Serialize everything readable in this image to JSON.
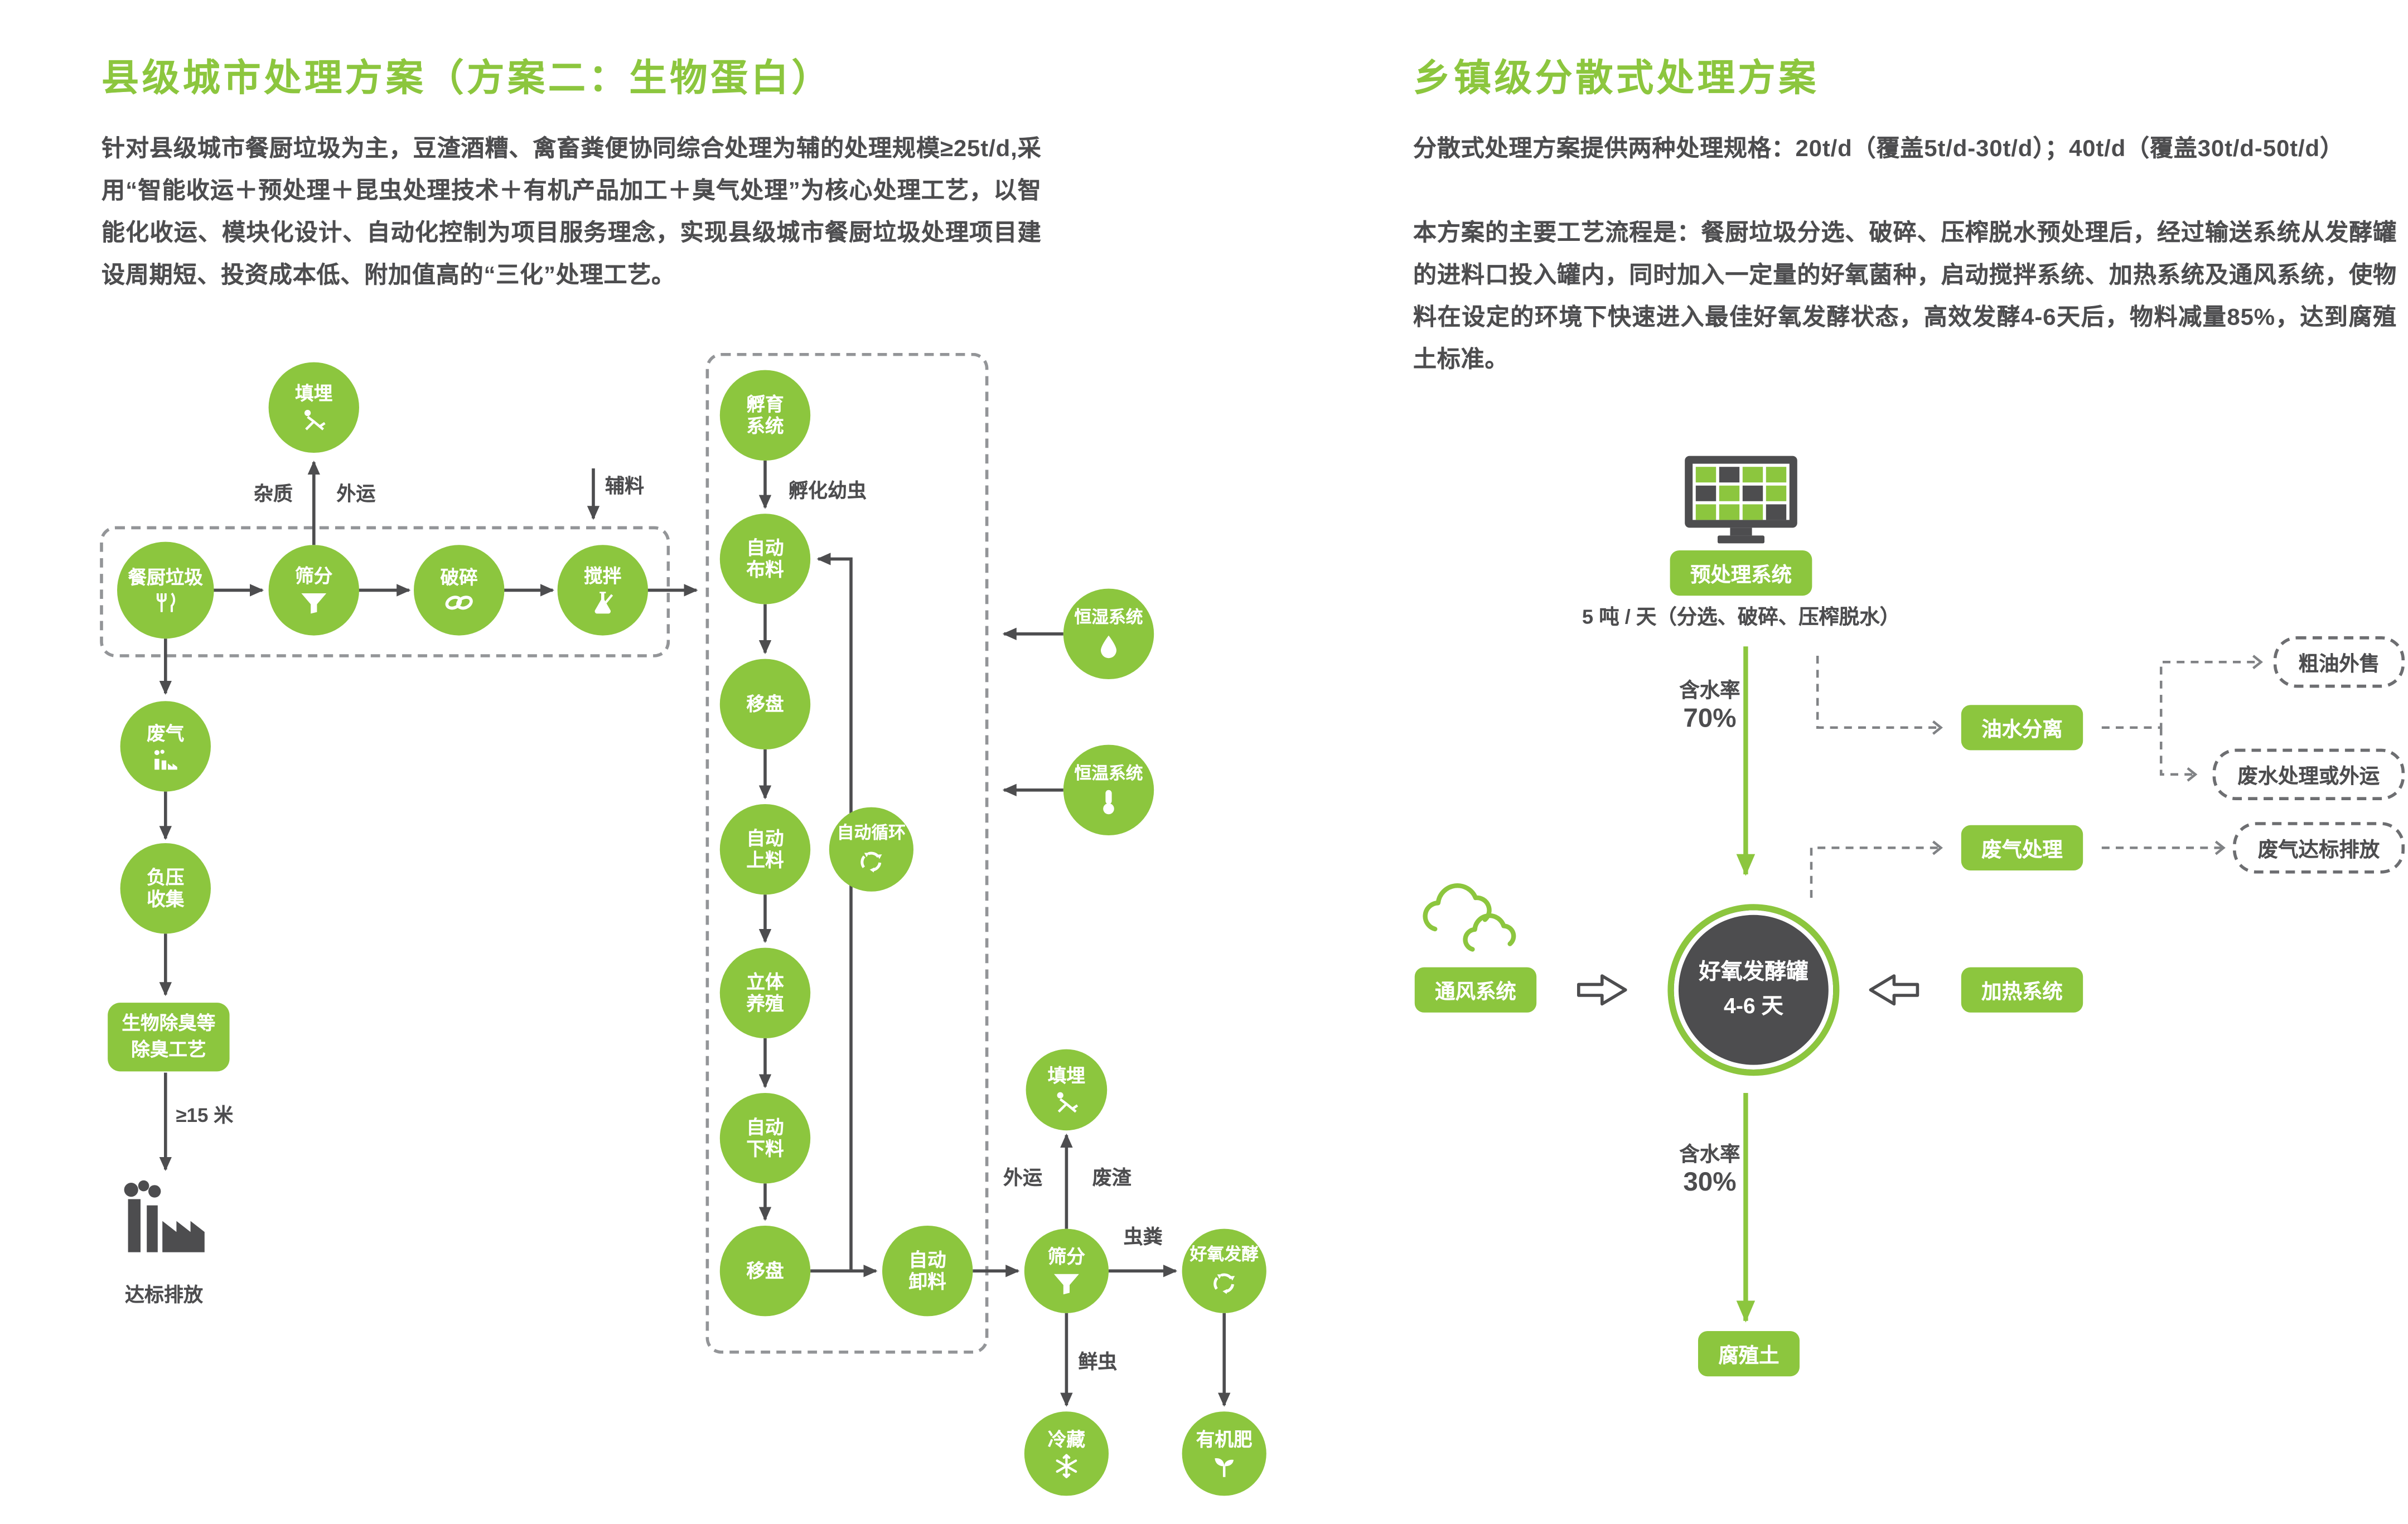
{
  "colors": {
    "accent_green": "#8CC63E",
    "dark_gray": "#4D4D4F",
    "mid_gray": "#808285"
  },
  "left": {
    "title": "县级城市处理方案（方案二：生物蛋白）",
    "paragraph": "针对县级城市餐厨垃圾为主，豆渣酒糟、禽畜粪便协同综合处理为辅的处理规模≥25t/d,采用“智能收运＋预处理＋昆虫处理技术＋有机产品加工＋臭气处理”为核心处理工艺，以智能化收运、模块化设计、自动化控制为项目服务理念，实现县级城市餐厨垃圾处理项目建设周期短、投资成本低、附加值高的“三化”处理工艺。",
    "nodes": {
      "landfill_top": "填埋",
      "kitchen_waste": "餐厨垃圾",
      "screening": "筛分",
      "crushing": "破碎",
      "mixing": "搅拌",
      "waste_gas": "废气",
      "negative_pressure": "负压\n收集",
      "deodorize": "生物除臭等\n除臭工艺",
      "incubation": "孵育\n系统",
      "auto_spread": "自动\n布料",
      "tray_move_1": "移盘",
      "auto_load": "自动\n上料",
      "auto_cycle": "自动循环",
      "humidity_system": "恒湿系统",
      "temperature_system": "恒温系统",
      "stereo_breeding": "立体\n养殖",
      "auto_unload": "自动\n下料",
      "tray_move_2": "移盘",
      "auto_discharge": "自动\n卸料",
      "landfill_bottom": "填埋",
      "screening_2": "筛分",
      "aerobic_fermentation": "好氧发酵",
      "cold_storage": "冷藏",
      "organic_fertilizer": "有机肥"
    },
    "labels": {
      "impurities": "杂质",
      "outbound_top": "外运",
      "auxiliary": "辅料",
      "hatched_larvae": "孵化幼虫",
      "distance": "≥15 米",
      "standard_discharge": "达标排放",
      "outbound_bottom": "外运",
      "waste_residue": "废渣",
      "insect_feces": "虫粪",
      "fresh_insects": "鲜虫"
    }
  },
  "right": {
    "title": "乡镇级分散式处理方案",
    "paragraph_1": "分散式处理方案提供两种处理规格：20t/d（覆盖5t/d-30t/d）；40t/d（覆盖30t/d-50t/d）",
    "paragraph_2": "本方案的主要工艺流程是：餐厨垃圾分选、破碎、压榨脱水预处理后，经过输送系统从发酵罐的进料口投入罐内，同时加入一定量的好氧菌种，启动搅拌系统、加热系统及通风系统，使物料在设定的环境下快速进入最佳好氧发酵状态，高效发酵4-6天后，物料减量85%，达到腐殖土标准。",
    "nodes": {
      "pretreatment": "预处理系统",
      "capacity": "5 吨 / 天（分选、破碎、压榨脱水）",
      "moisture_label": "含水率",
      "moisture_in": "70%",
      "moisture_out": "30%",
      "oil_water_separation": "油水分离",
      "crude_oil_sale": "粗油外售",
      "wastewater": "废水处理或外运",
      "waste_gas_treatment": "废气处理",
      "gas_standard_discharge": "废气达标排放",
      "ventilation": "通风系统",
      "heating": "加热系统",
      "fermenter": "好氧发酵罐\n4-6 天",
      "humus": "腐殖土"
    }
  },
  "icons": {
    "shovel-icon": "digger with shovel",
    "fork-icon": "cutlery / food waste",
    "funnel-icon": "sieve funnel",
    "chain-icon": "crusher chain links",
    "flask-icon": "mixing flask",
    "factory-icon": "factory with smoke",
    "drop-icon": "water drop",
    "thermometer-icon": "thermometer",
    "recycle-icon": "circular arrows",
    "snowflake-icon": "snowflake",
    "sprout-icon": "seedling",
    "monitor-icon": "control screen",
    "cloud-icon": "air clouds",
    "block-arrow-right-icon": "outline arrow right",
    "block-arrow-left-icon": "outline arrow left"
  }
}
